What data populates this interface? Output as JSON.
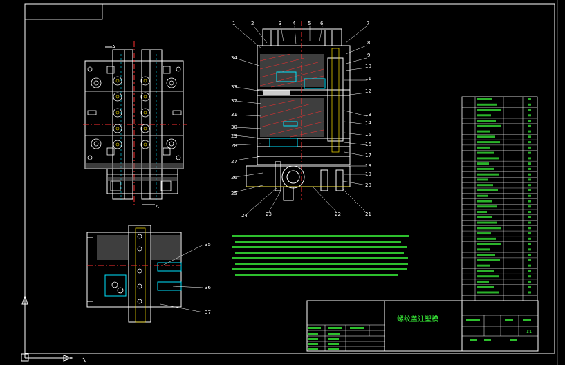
{
  "drawing": {
    "title_block_name": "螺纹盖注塑模",
    "scale": "1:1",
    "section_label": "A",
    "callouts": [
      "1",
      "2",
      "3",
      "4",
      "5",
      "6",
      "7",
      "8",
      "9",
      "10",
      "11",
      "12",
      "13",
      "14",
      "15",
      "16",
      "17",
      "18",
      "19",
      "20",
      "21",
      "22",
      "23",
      "24",
      "25",
      "26",
      "27",
      "28",
      "29",
      "30",
      "31",
      "32",
      "33",
      "34"
    ],
    "lower_callouts": [
      "35",
      "36",
      "37"
    ],
    "bom_rows": 37
  },
  "colors": {
    "background": "#000000",
    "frame": "#ffffff",
    "text_green": "#3cff3c",
    "cad_cyan": "#00e5ff",
    "cad_red": "#ff3030",
    "cad_yellow": "#ffe600"
  }
}
